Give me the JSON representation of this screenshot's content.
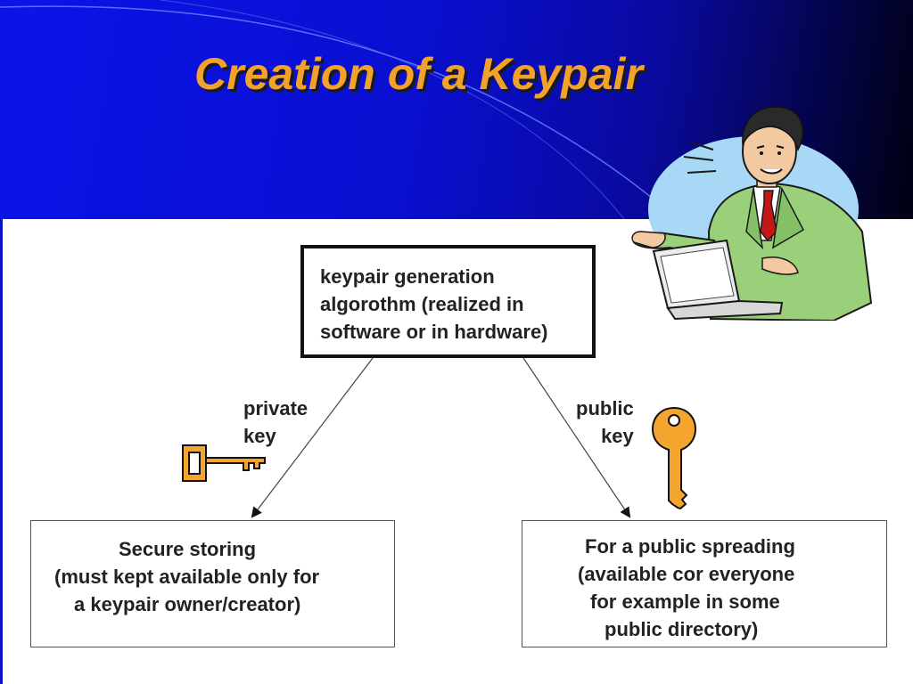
{
  "slide": {
    "title": "Creation of a Keypair",
    "colors": {
      "title": "#f2a12a",
      "header_blue": "#0a14e8",
      "key": "#f4a52e"
    }
  },
  "diagram": {
    "generator": {
      "lines": [
        "keypair generation",
        "algorothm (realized in",
        "software or in hardware)"
      ]
    },
    "private_branch": {
      "label_lines": [
        "private",
        "key"
      ],
      "icon": "key-icon"
    },
    "public_branch": {
      "label_lines": [
        "public",
        "key"
      ],
      "icon": "key-icon"
    },
    "secure_storage": {
      "lines": [
        "Secure storing",
        "(must kept available only for",
        "a keypair owner/creator)"
      ]
    },
    "public_spreading": {
      "lines": [
        "For a public spreading",
        "(available cor everyone",
        "for example in some",
        "public directory)"
      ]
    }
  },
  "illustration": {
    "icon": "presenter-with-laptop-icon"
  }
}
